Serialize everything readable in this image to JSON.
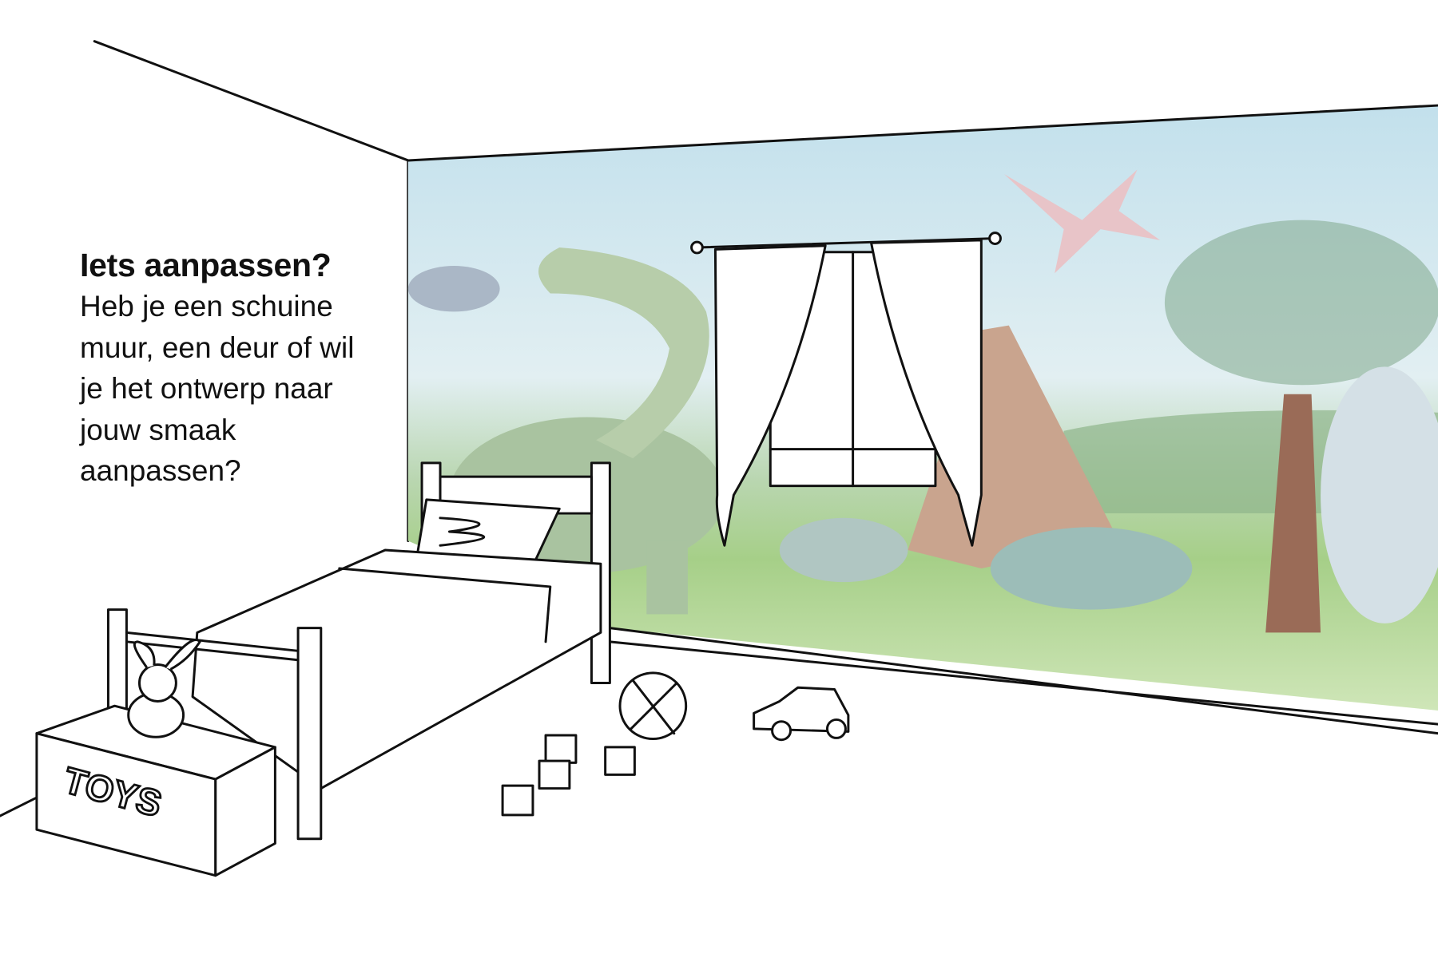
{
  "promo": {
    "heading": "Iets aanpassen?",
    "body_lines": [
      "Heb je een schuine",
      "muur, een deur of wil",
      "je het ontwerp naar",
      "jouw smaak",
      "aanpassen?"
    ]
  },
  "illustration": {
    "toy_box_label": "TOYS"
  },
  "colors": {
    "sky": "#cfe6ef",
    "grass": "#a8cf8a",
    "dino_green": "#9fb99a",
    "volcano": "#c9a48e",
    "pterodactyl": "#e8c4c8"
  }
}
